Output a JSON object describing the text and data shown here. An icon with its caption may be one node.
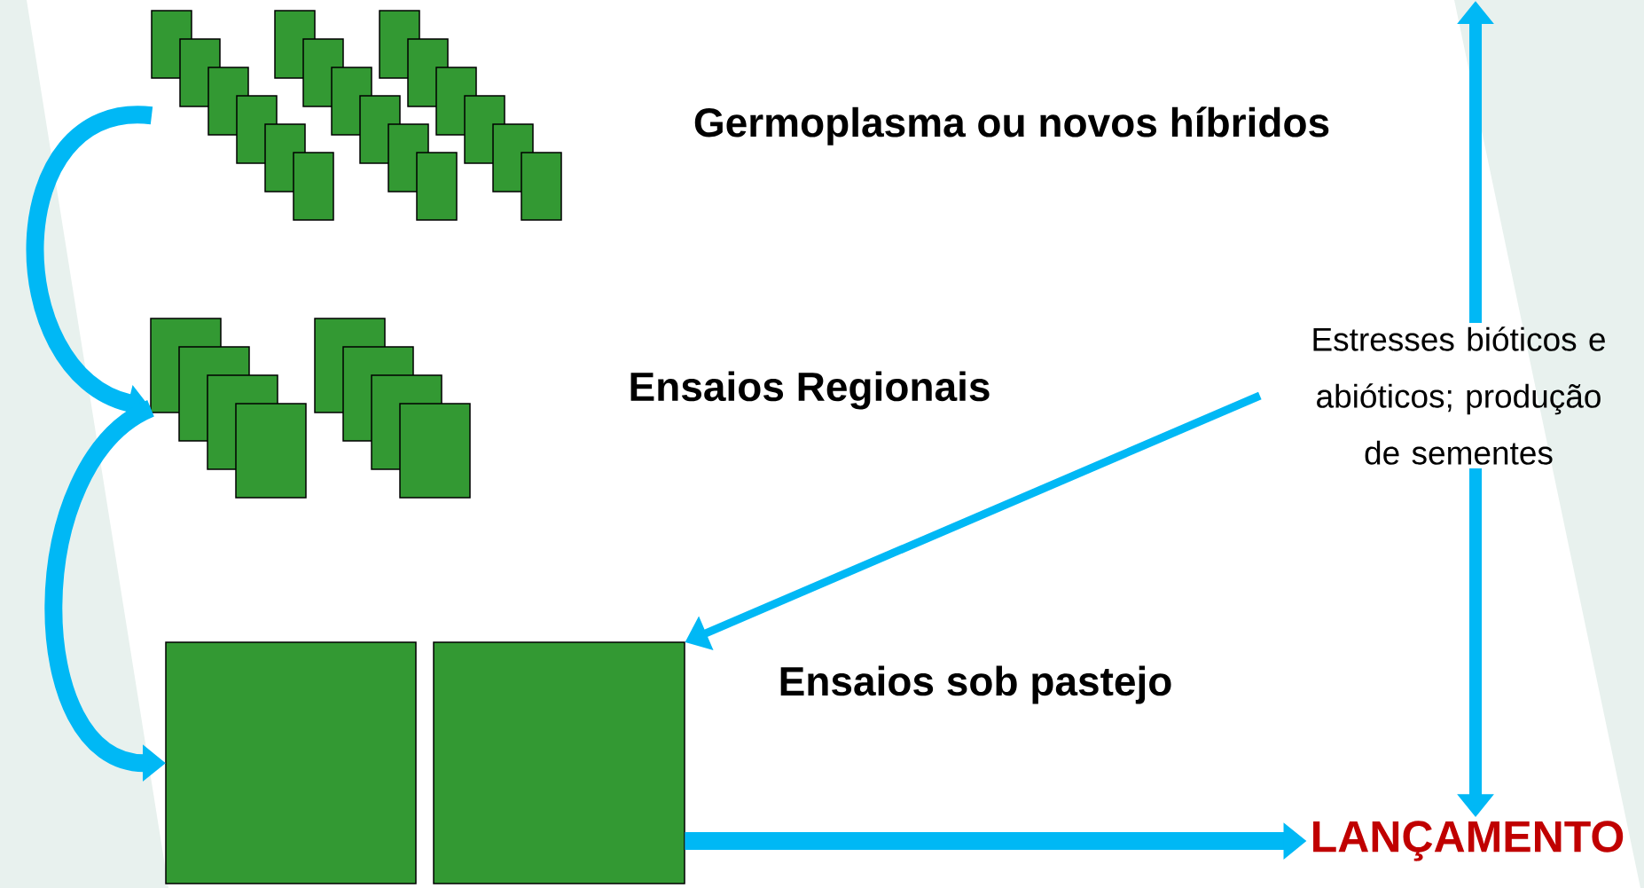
{
  "diagram": {
    "nodes": [
      {
        "text": [],
        "shape": "box",
        "beside": [
          "Germoplasma ou novos híbridos"
        ]
      },
      {
        "text": [],
        "shape": "box",
        "beside": [
          "Ensaios Regionais"
        ]
      },
      {
        "text": [],
        "shape": "box",
        "beside": [
          "Ensaios sob pastejo"
        ]
      },
      {
        "text": [
          "Estresses bióticos e abióticos; produção de sementes"
        ]
      },
      {
        "text": [
          "LANÇAMENTO"
        ]
      }
    ],
    "edges": [
      {
        "from": 0,
        "to": 1,
        "arrow": "to"
      },
      {
        "from": 1,
        "to": 2,
        "arrow": "to"
      },
      {
        "from": 3,
        "to": null,
        "arrow": "to"
      },
      {
        "from": 3,
        "to": 2,
        "arrow": "to"
      },
      {
        "from": 3,
        "to": 4,
        "arrow": "to"
      },
      {
        "from": 2,
        "to": 4,
        "arrow": "to"
      }
    ]
  }
}
